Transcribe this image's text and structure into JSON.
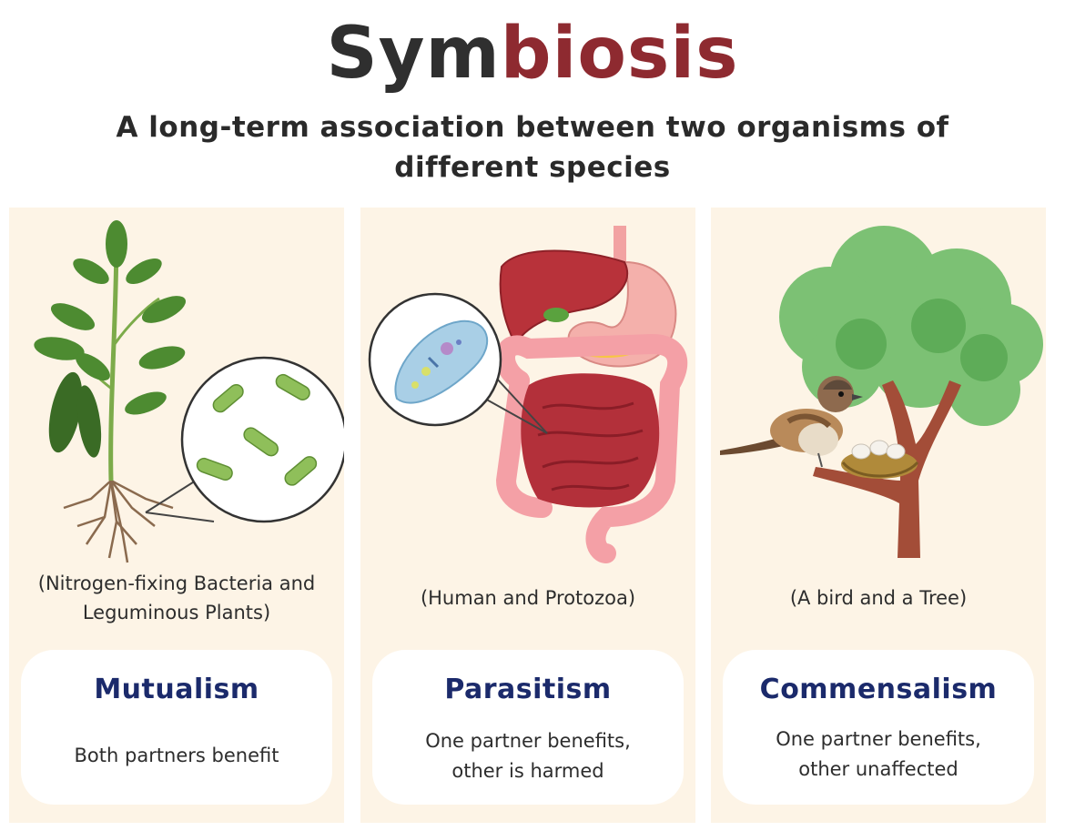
{
  "title": {
    "part1": "Sym",
    "part2": "biosis"
  },
  "subtitle": [
    "A long-term association between two organisms of",
    "different species"
  ],
  "colors": {
    "title_dark": "#2f2f2f",
    "title_accent": "#8e2a30",
    "panel_bg": "#fdf4e6",
    "heading": "#1b2a6b"
  },
  "panels": [
    {
      "caption": [
        "(Nitrogen-fixing Bacteria and",
        "Leguminous Plants)"
      ],
      "heading": "Mutualism",
      "description": [
        "Both partners benefit"
      ],
      "illustration": "plant-with-bacteria-icon"
    },
    {
      "caption": [
        "(Human and Protozoa)"
      ],
      "heading": "Parasitism",
      "description": [
        "One partner benefits,",
        "other is harmed"
      ],
      "illustration": "digestive-system-icon"
    },
    {
      "caption": [
        "(A bird and a Tree)"
      ],
      "heading": "Commensalism",
      "description": [
        "One partner benefits,",
        "other unaffected"
      ],
      "illustration": "bird-and-tree-icon"
    }
  ]
}
